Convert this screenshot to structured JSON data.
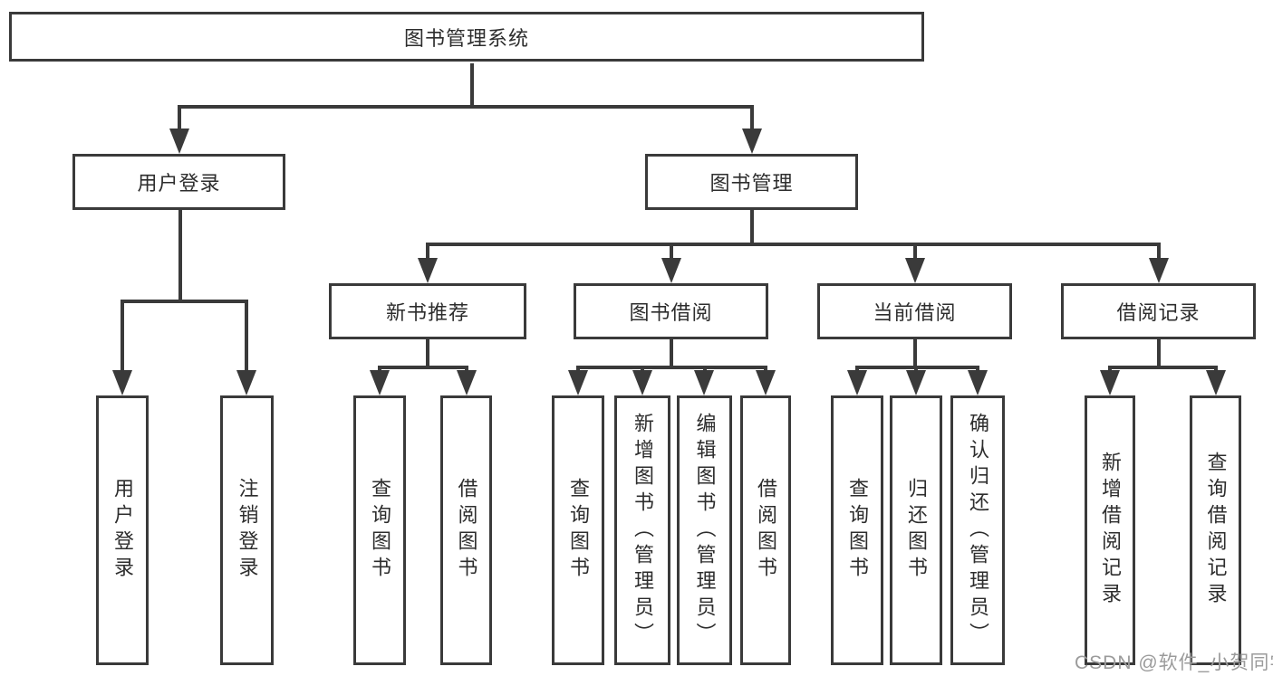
{
  "title": "图书管理系统",
  "root": {
    "label": "图书管理系统"
  },
  "branches": [
    {
      "label": "用户登录",
      "children": [
        "用户登录",
        "注销登录"
      ]
    },
    {
      "label": "图书管理",
      "children": [
        {
          "label": "新书推荐",
          "children": [
            "查询图书",
            "借阅图书"
          ]
        },
        {
          "label": "图书借阅",
          "children": [
            "查询图书",
            "新增图书（管理员）",
            "编辑图书（管理员）",
            "借阅图书"
          ]
        },
        {
          "label": "当前借阅",
          "children": [
            "查询图书",
            "归还图书",
            "确认归还（管理员）"
          ]
        },
        {
          "label": "借阅记录",
          "children": [
            "新增借阅记录",
            "查询借阅记录"
          ]
        }
      ]
    }
  ],
  "watermark": {
    "text": "CSDN @软件_小贺同学"
  },
  "colors": {
    "line": "#3a3a3a",
    "text": "#2d2d2d",
    "background": "#ffffff",
    "watermark": "#9b9b9b"
  }
}
